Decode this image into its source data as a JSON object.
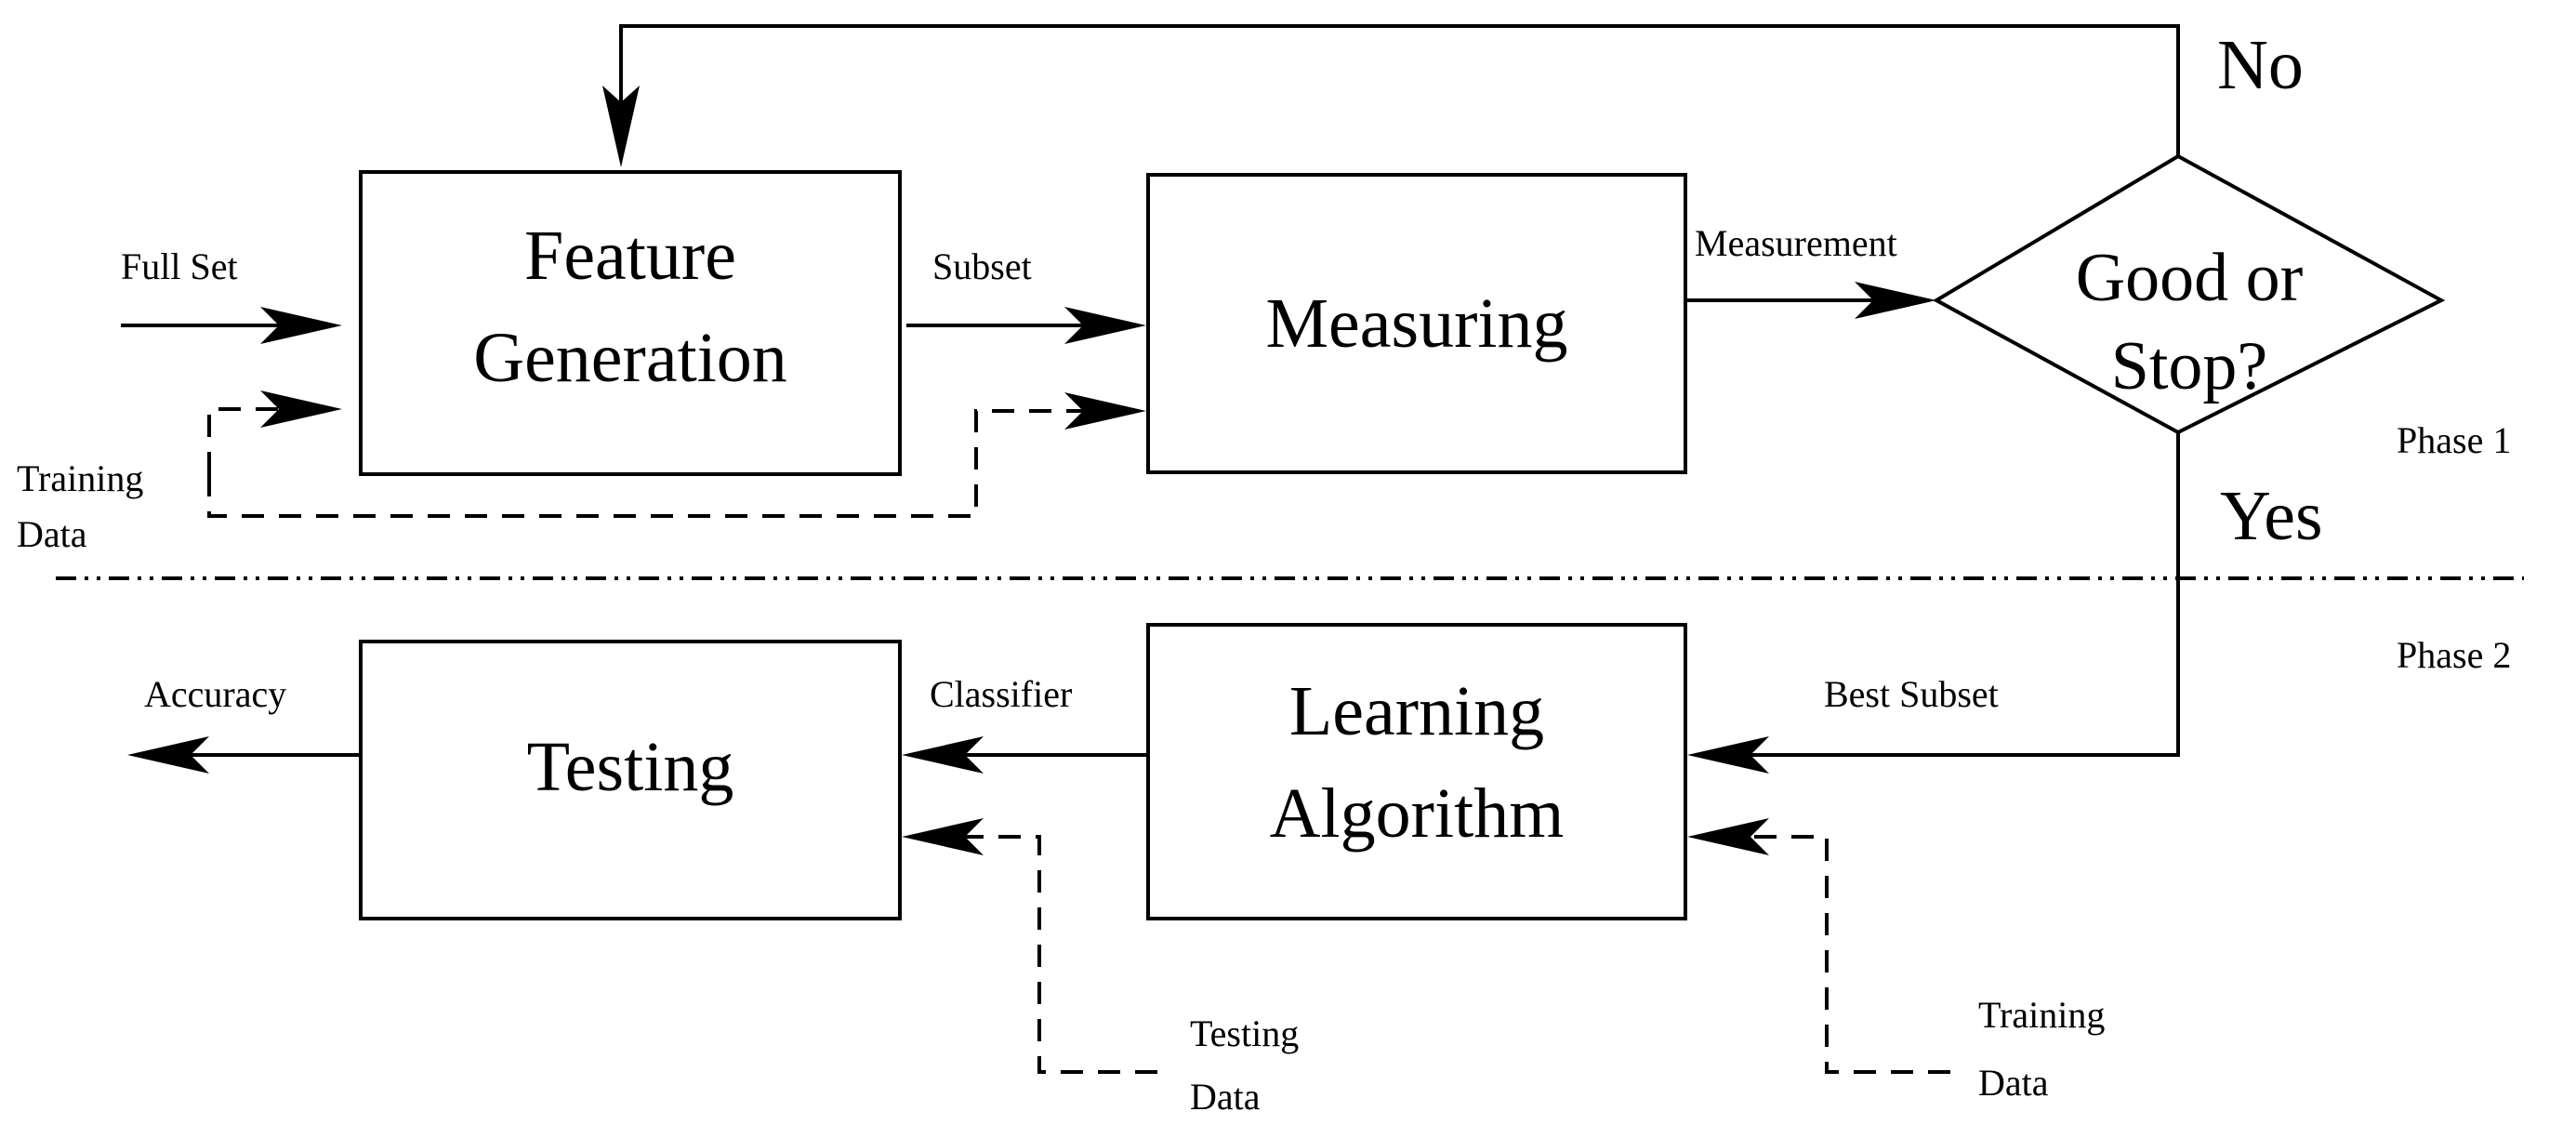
{
  "boxes": {
    "feature_generation": [
      "Feature",
      "Generation"
    ],
    "measuring": "Measuring",
    "decision": [
      "Good or",
      "Stop?"
    ],
    "testing": "Testing",
    "learning_algorithm": [
      "Learning",
      "Algorithm"
    ]
  },
  "decision_outcomes": {
    "no": "No",
    "yes": "Yes"
  },
  "phases": {
    "phase1": "Phase 1",
    "phase2": "Phase 2"
  },
  "edge_labels": {
    "full_set": "Full Set",
    "subset": "Subset",
    "measurement": "Measurement",
    "best_subset": "Best Subset",
    "classifier": "Classifier",
    "accuracy": "Accuracy"
  },
  "inputs": {
    "training_data_top": [
      "Training",
      "Data"
    ],
    "testing_data": [
      "Testing",
      "Data"
    ],
    "training_data_bottom": [
      "Training",
      "Data"
    ]
  }
}
